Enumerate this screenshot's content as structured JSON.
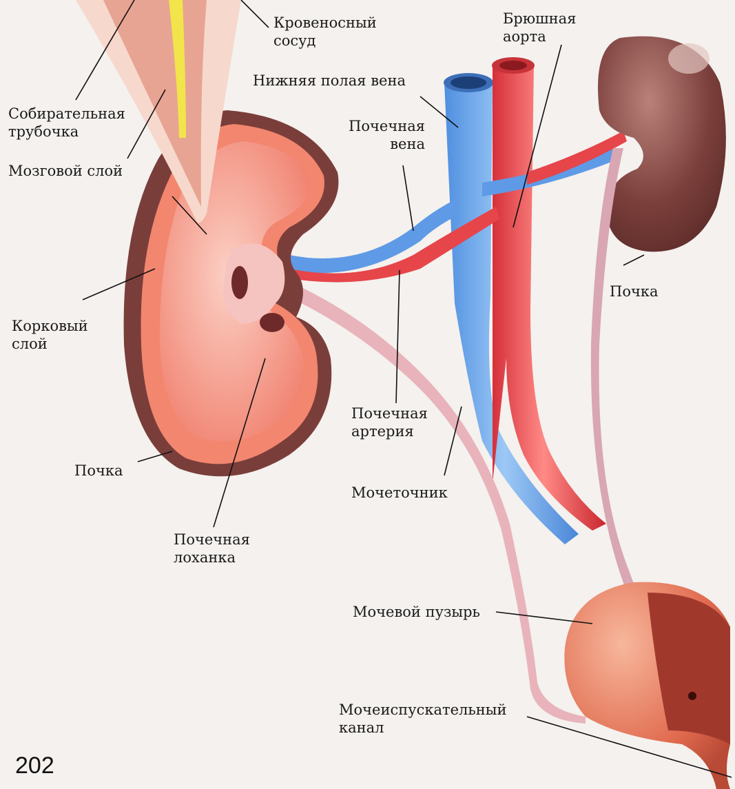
{
  "page_number": "202",
  "labels": {
    "blood_vessel": "Кровеносный\nсосуд",
    "abdominal_aorta": "Брюшная\nаорта",
    "inferior_vena_cava": "Нижняя полая вена",
    "collecting_duct": "Собирательная\nтрубочка",
    "renal_vein": "Почечная\nвена",
    "medulla": "Мозговой слой",
    "kidney_right": "Почка",
    "cortex": "Корковый\nслой",
    "renal_artery": "Почечная\nартерия",
    "kidney_left": "Почка",
    "ureter": "Мочеточник",
    "renal_pelvis": "Почечная\nлоханка",
    "bladder": "Мочевой пузырь",
    "urethra": "Мочеиспускательный\nканал"
  },
  "colors": {
    "vein": "#6ea8e8",
    "artery": "#e8474a",
    "kidney_cut": "#f28a7a",
    "kidney_outer": "#7a3e3a",
    "ureter": "#e9b3bb",
    "bladder": "#e8785e"
  }
}
